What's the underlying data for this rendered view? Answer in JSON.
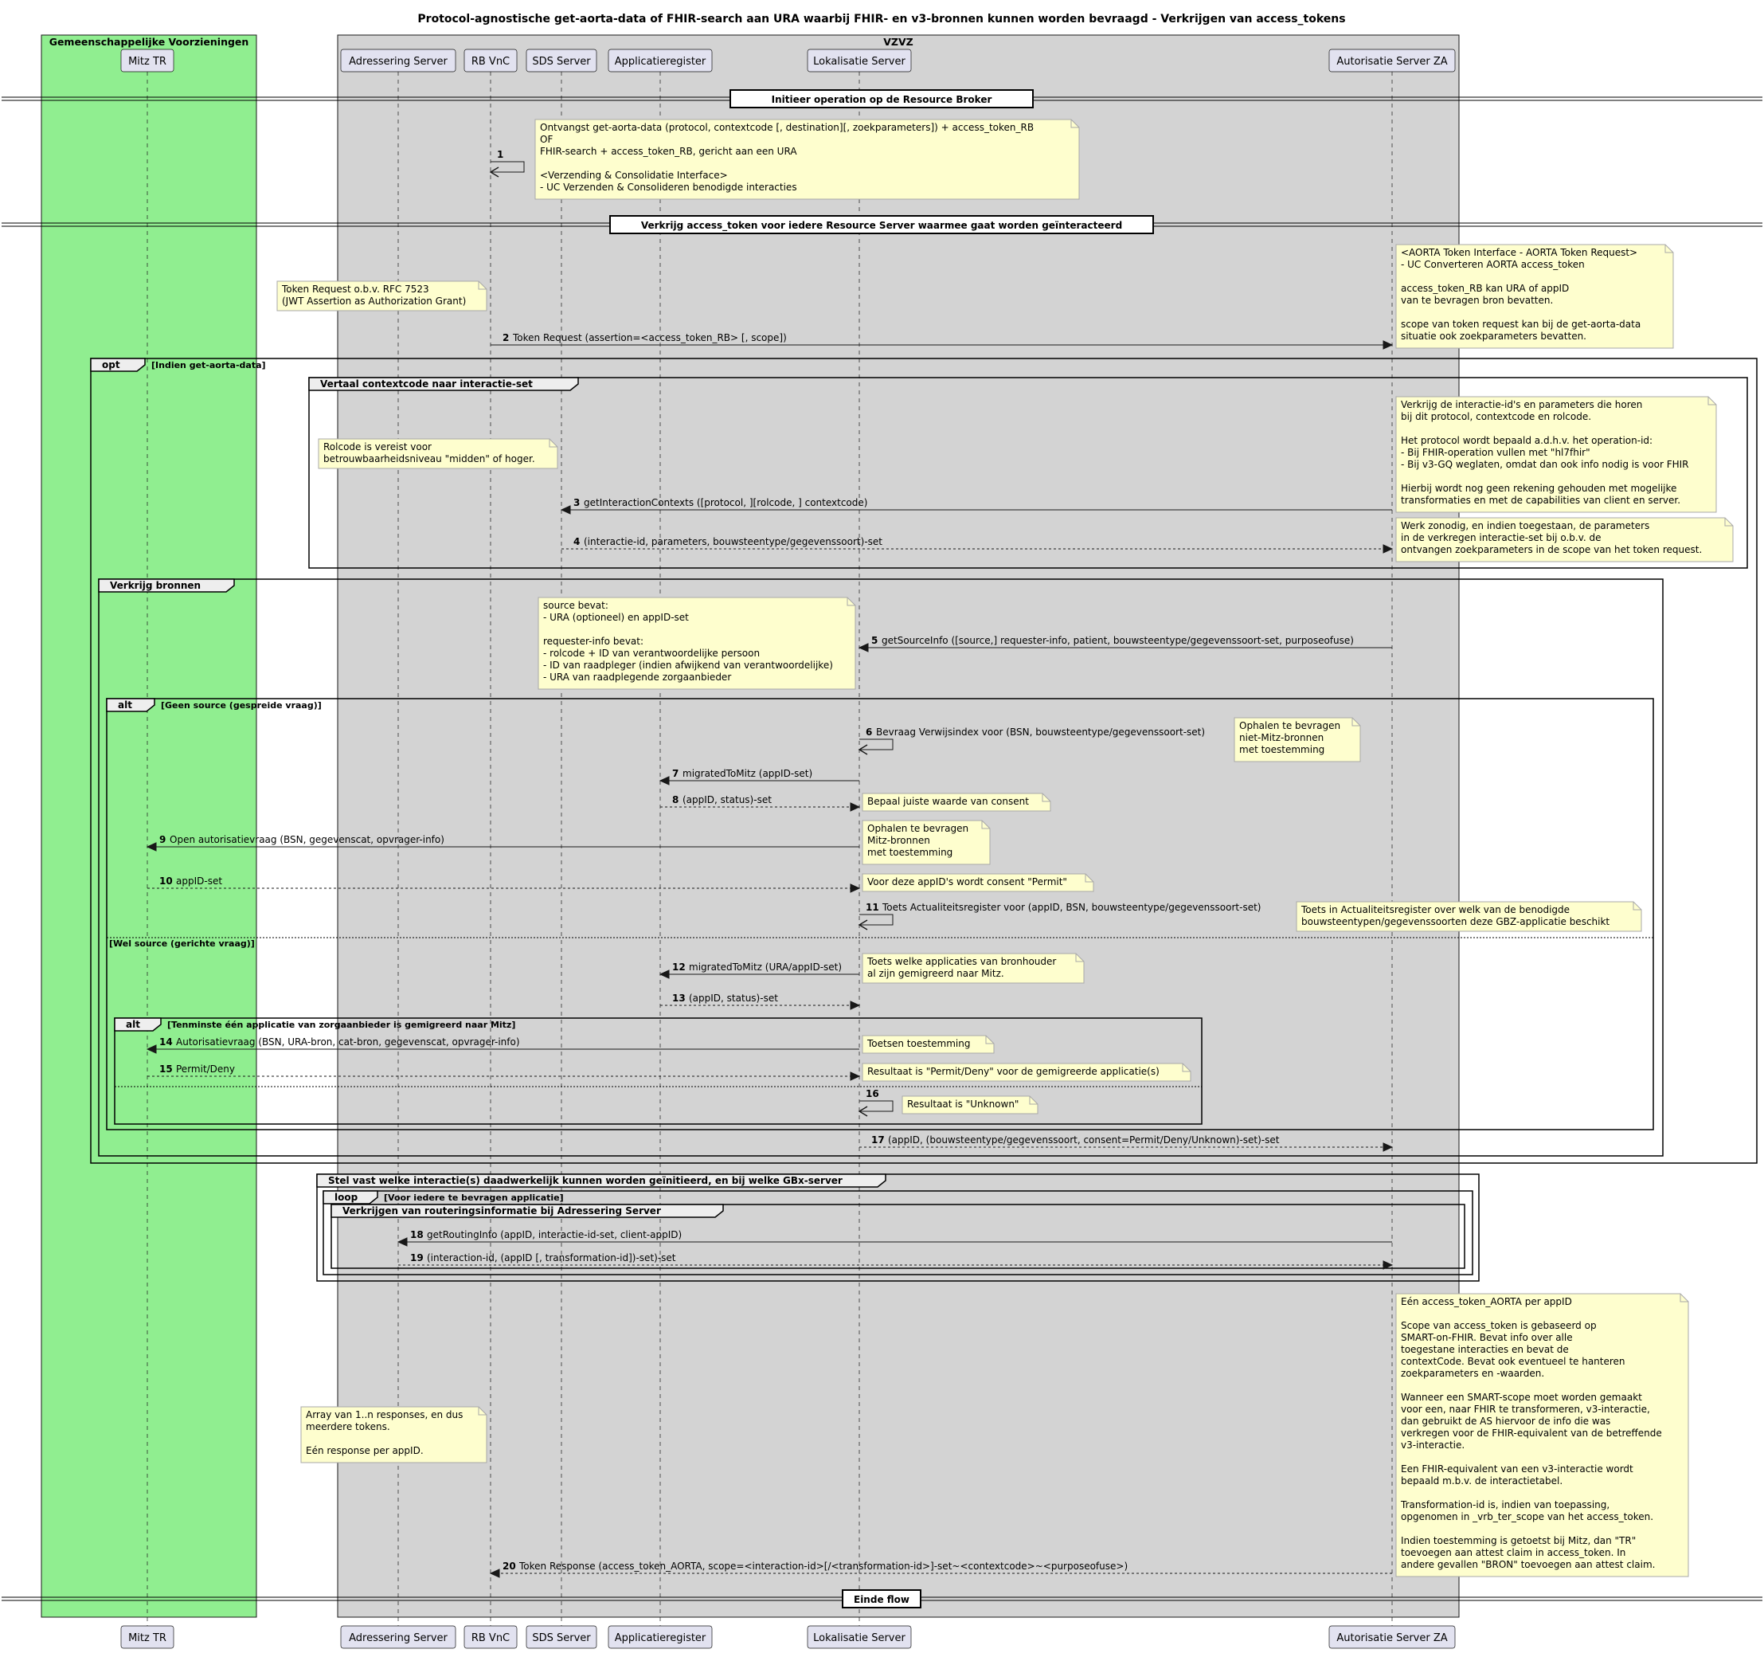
{
  "title": "Protocol-agnostische get-aorta-data of FHIR-search aan URA waarbij FHIR- en v3-bronnen kunnen worden bevraagd - Verkrijgen van access_tokens",
  "colors": {
    "green_box": "#90ee90",
    "gray_box": "#d3d3d3",
    "participant_fill": "#e2e2f0",
    "participant_border": "#181818",
    "note_fill": "#fefece",
    "note_border": "#a8a8a8"
  },
  "boxes": [
    {
      "id": "gv",
      "label": "Gemeenschappelijke Voorzieningen"
    },
    {
      "id": "vzvz",
      "label": "VZVZ"
    }
  ],
  "participants": [
    {
      "id": "mitz",
      "label": "Mitz TR"
    },
    {
      "id": "adr",
      "label": "Adressering Server"
    },
    {
      "id": "rb",
      "label": "RB VnC"
    },
    {
      "id": "sds",
      "label": "SDS Server"
    },
    {
      "id": "appreg",
      "label": "Applicatieregister"
    },
    {
      "id": "lok",
      "label": "Lokalisatie Server"
    },
    {
      "id": "as",
      "label": "Autorisatie Server ZA"
    }
  ],
  "dividers": [
    {
      "label": "Initieer operation op de Resource Broker"
    },
    {
      "label": "Verkrijg access_token voor iedere Resource Server waarmee gaat worden geïnteracteerd"
    },
    {
      "label": "Einde flow"
    }
  ],
  "frames": [
    {
      "id": "opt",
      "kind": "opt",
      "condition": "[Indien get-aorta-data]"
    },
    {
      "id": "vertaal",
      "kind": "group",
      "label": "Vertaal contextcode naar interactie-set"
    },
    {
      "id": "bronnen",
      "kind": "group",
      "label": "Verkrijg bronnen"
    },
    {
      "id": "alt1",
      "kind": "alt",
      "condition": "[Geen source (gespreide vraag)]",
      "else": "[Wel source (gerichte vraag)]"
    },
    {
      "id": "alt2",
      "kind": "alt",
      "condition": "[Tenminste één applicatie van zorgaanbieder is gemigreerd naar Mitz]"
    },
    {
      "id": "stel",
      "kind": "group",
      "label": "Stel vast welke interactie(s) daadwerkelijk kunnen worden geïnitieerd, en bij welke GBx-server"
    },
    {
      "id": "loop",
      "kind": "loop",
      "condition": "[Voor iedere te bevragen applicatie]"
    },
    {
      "id": "routing",
      "kind": "group",
      "label": "Verkrijgen van routeringsinformatie bij Adressering Server"
    }
  ],
  "messages": [
    {
      "num": "1",
      "text": ""
    },
    {
      "num": "2",
      "text": "Token Request (assertion=<access_token_RB> [, scope])"
    },
    {
      "num": "3",
      "text": "getInteractionContexts ([protocol, ][rolcode, ] contextcode)"
    },
    {
      "num": "4",
      "text": "(interactie-id, parameters, bouwsteentype/gegevenssoort)-set"
    },
    {
      "num": "5",
      "text": "getSourceInfo ([source,] requester-info, patient, bouwsteentype/gegevenssoort-set, purposeofuse)"
    },
    {
      "num": "6",
      "text": "Bevraag Verwijsindex voor (BSN, bouwsteentype/gegevenssoort-set)"
    },
    {
      "num": "7",
      "text": "migratedToMitz (appID-set)"
    },
    {
      "num": "8",
      "text": "(appID, status)-set"
    },
    {
      "num": "9",
      "text": "Open autorisatievraag (BSN, gegevenscat, opvrager-info)"
    },
    {
      "num": "10",
      "text": "appID-set"
    },
    {
      "num": "11",
      "text": "Toets Actualiteitsregister voor (appID, BSN, bouwsteentype/gegevenssoort-set)"
    },
    {
      "num": "12",
      "text": "migratedToMitz (URA/appID-set)"
    },
    {
      "num": "13",
      "text": "(appID, status)-set"
    },
    {
      "num": "14",
      "text": "Autorisatievraag (BSN, URA-bron, cat-bron, gegevenscat, opvrager-info)"
    },
    {
      "num": "15",
      "text": "Permit/Deny"
    },
    {
      "num": "16",
      "text": ""
    },
    {
      "num": "17",
      "text": "(appID, (bouwsteentype/gegevenssoort, consent=Permit/Deny/Unknown)-set)-set"
    },
    {
      "num": "18",
      "text": "getRoutingInfo (appID, interactie-id-set, client-appID)"
    },
    {
      "num": "19",
      "text": "(interaction-id, (appID [, transformation-id])-set)-set"
    },
    {
      "num": "20",
      "text": "Token Response (access_token_AORTA, scope=<interaction-id>[/<transformation-id>]-set~<contextcode>~<purposeofuse>)"
    }
  ],
  "notes": [
    {
      "id": "n1",
      "lines": [
        "Ontvangst get-aorta-data (protocol, contextcode [, destination][, zoekparameters]) + access_token_RB",
        "OF",
        "FHIR-search + access_token_RB, gericht aan een URA",
        "",
        "<Verzending & Consolidatie Interface>",
        "- UC Verzenden & Consolideren benodigde interacties"
      ]
    },
    {
      "id": "n2",
      "lines": [
        "<AORTA Token Interface - AORTA Token Request>",
        "- UC Converteren AORTA access_token",
        "",
        "access_token_RB kan URA of appID",
        "van te bevragen bron bevatten.",
        "",
        "scope van token request kan bij de get-aorta-data",
        "situatie ook zoekparameters bevatten."
      ]
    },
    {
      "id": "n3",
      "lines": [
        "Token Request o.b.v. RFC 7523",
        "(JWT Assertion as Authorization Grant)"
      ]
    },
    {
      "id": "n4",
      "lines": [
        "Verkrijg de interactie-id's en parameters die horen",
        "bij dit protocol, contextcode en rolcode.",
        "",
        "Het protocol wordt bepaald a.d.h.v. het operation-id:",
        "- Bij FHIR-operation vullen met \"hl7fhir\"",
        "- Bij v3-GQ weglaten, omdat dan ook info nodig is voor FHIR",
        "",
        "Hierbij wordt nog geen rekening gehouden met mogelijke",
        "transformaties en met de capabilities van client en server."
      ]
    },
    {
      "id": "n5",
      "lines": [
        "Rolcode is vereist voor",
        "betrouwbaarheidsniveau \"midden\" of hoger."
      ]
    },
    {
      "id": "n6",
      "lines": [
        "Werk zonodig, en indien toegestaan, de parameters",
        "in de verkregen interactie-set bij o.b.v. de",
        "ontvangen zoekparameters in de scope van het token request."
      ]
    },
    {
      "id": "n7",
      "lines": [
        "source bevat:",
        "- URA (optioneel) en appID-set",
        "",
        "requester-info bevat:",
        "- rolcode + ID van verantwoordelijke persoon",
        "- ID van raadpleger (indien afwijkend van verantwoordelijke)",
        "- URA van raadplegende zorgaanbieder"
      ]
    },
    {
      "id": "n8",
      "lines": [
        "Ophalen te bevragen",
        "niet-Mitz-bronnen",
        "met toestemming"
      ]
    },
    {
      "id": "n9",
      "lines": [
        "Bepaal juiste waarde van consent"
      ]
    },
    {
      "id": "n10",
      "lines": [
        "Ophalen te bevragen",
        "Mitz-bronnen",
        "met toestemming"
      ]
    },
    {
      "id": "n11",
      "lines": [
        "Voor deze appID's wordt consent \"Permit\""
      ]
    },
    {
      "id": "n12",
      "lines": [
        "Toets in Actualiteitsregister over welk van de benodigde",
        "bouwsteentypen/gegevenssoorten deze GBZ-applicatie beschikt"
      ]
    },
    {
      "id": "n13",
      "lines": [
        "Toets welke applicaties van bronhouder",
        "al zijn gemigreerd naar Mitz."
      ]
    },
    {
      "id": "n14",
      "lines": [
        "Toetsen toestemming"
      ]
    },
    {
      "id": "n15",
      "lines": [
        "Resultaat is \"Permit/Deny\" voor de gemigreerde applicatie(s)"
      ]
    },
    {
      "id": "n16",
      "lines": [
        "Resultaat is \"Unknown\""
      ]
    },
    {
      "id": "n17",
      "lines": [
        "Eén access_token_AORTA per appID",
        "",
        "Scope van access_token is gebaseerd op",
        "SMART-on-FHIR. Bevat info over alle",
        "toegestane interacties en bevat de",
        "contextCode. Bevat ook eventueel te hanteren",
        "zoekparameters en -waarden.",
        "",
        "Wanneer een SMART-scope moet worden gemaakt",
        "voor een, naar FHIR te transformeren, v3-interactie,",
        "dan gebruikt de AS hiervoor de info die was",
        "verkregen voor de FHIR-equivalent van de betreffende",
        "v3-interactie.",
        "",
        "Een FHIR-equivalent van een v3-interactie wordt",
        "bepaald m.b.v. de interactietabel.",
        "",
        "Transformation-id is, indien van toepassing,",
        "opgenomen in _vrb_ter_scope van het access_token.",
        "",
        "Indien toestemming is getoetst bij Mitz, dan \"TR\"",
        "toevoegen aan attest claim in access_token. In",
        "andere gevallen \"BRON\" toevoegen aan attest claim."
      ]
    },
    {
      "id": "n18",
      "lines": [
        "Array van 1..n responses, en dus",
        "meerdere tokens.",
        "",
        "Eén response per appID."
      ]
    }
  ]
}
